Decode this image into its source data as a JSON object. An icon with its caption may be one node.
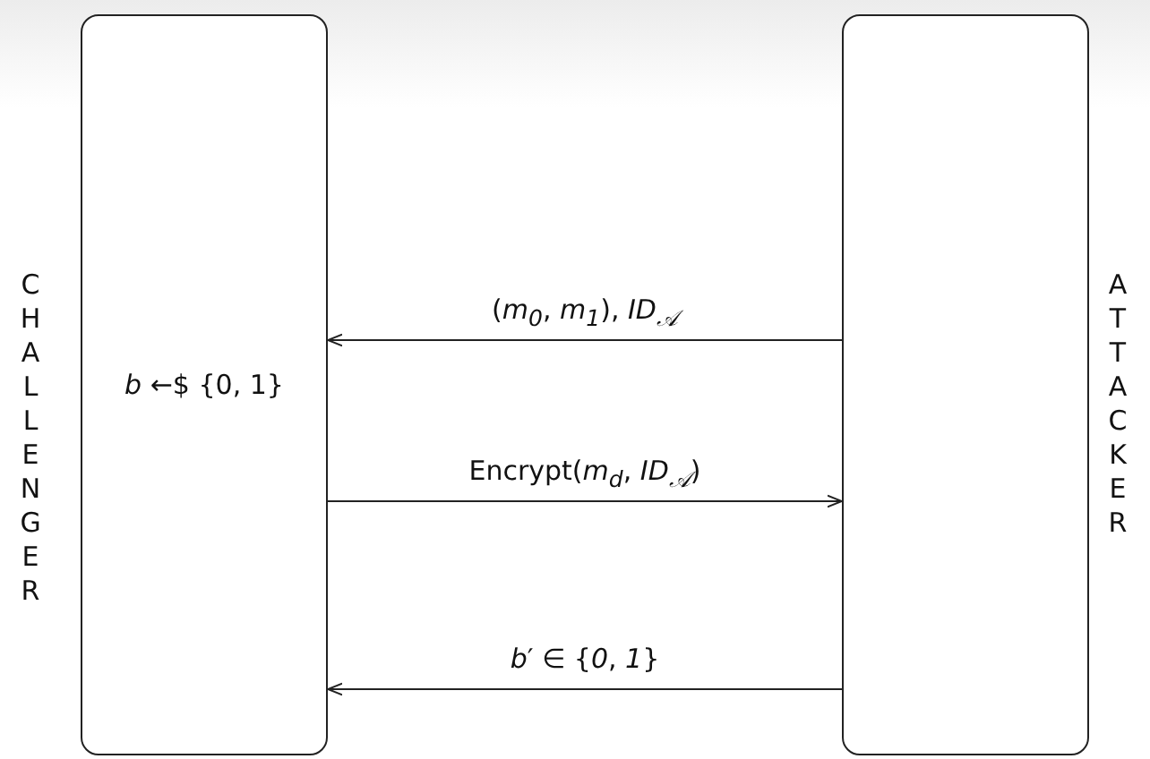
{
  "diagram": {
    "nodes": [
      {
        "text": [
          "*b* ←$ {0, 1}"
        ],
        "beside": [
          "CHALLENGER"
        ]
      },
      {
        "text": [],
        "shape": "box",
        "beside": [
          "ATTACKER"
        ]
      }
    ],
    "edges": [
      {
        "from": 1,
        "to": 0,
        "arrow": "to",
        "label": "(*m*$_{0}$, *m*$_{1}$), *ID*$_{𝒜}$"
      },
      {
        "from": 0,
        "to": 1,
        "arrow": "to",
        "label": "Encrypt(*m*$_{d}$, *ID*$_{𝒜}$)"
      },
      {
        "from": 1,
        "to": 0,
        "arrow": "to",
        "label": "*b*′ ∈ {*0*, *1*}"
      }
    ]
  }
}
